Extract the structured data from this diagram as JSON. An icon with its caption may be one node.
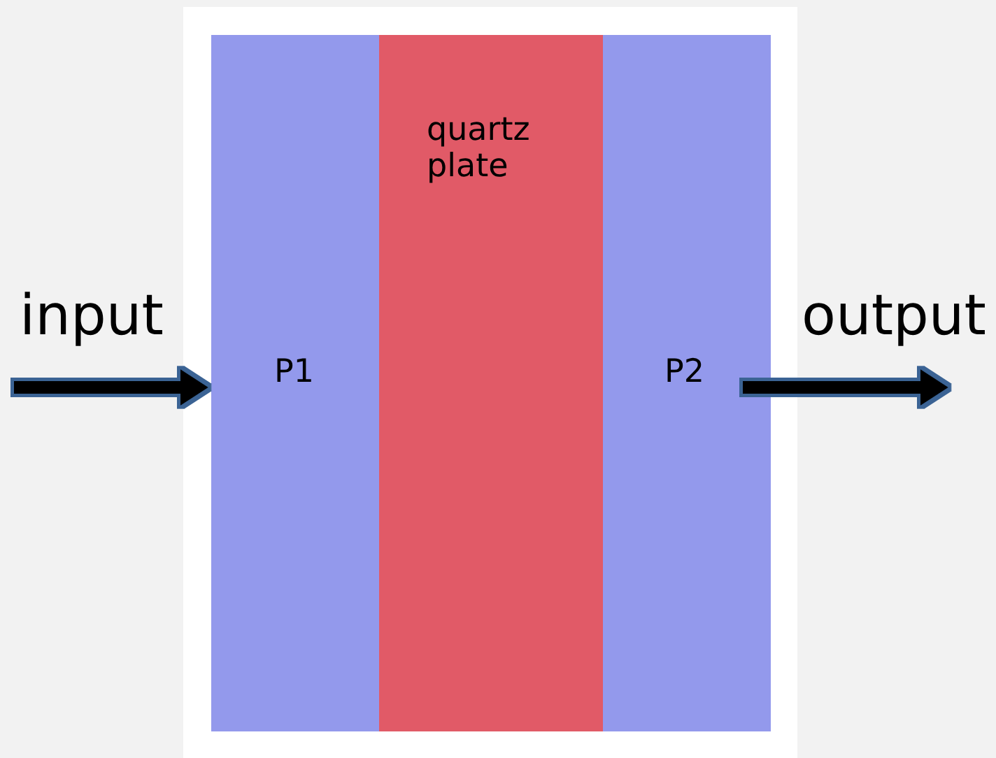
{
  "diagram": {
    "nodes": [
      {
        "text": [
          "P1"
        ]
      },
      {
        "text": [
          "quartz plate"
        ]
      },
      {
        "text": [
          "P2"
        ]
      }
    ],
    "edges": [
      {
        "from": null,
        "to": 0,
        "arrow": "to",
        "label": "input"
      },
      {
        "from": 2,
        "to": null,
        "arrow": "to",
        "label": "output"
      }
    ]
  }
}
